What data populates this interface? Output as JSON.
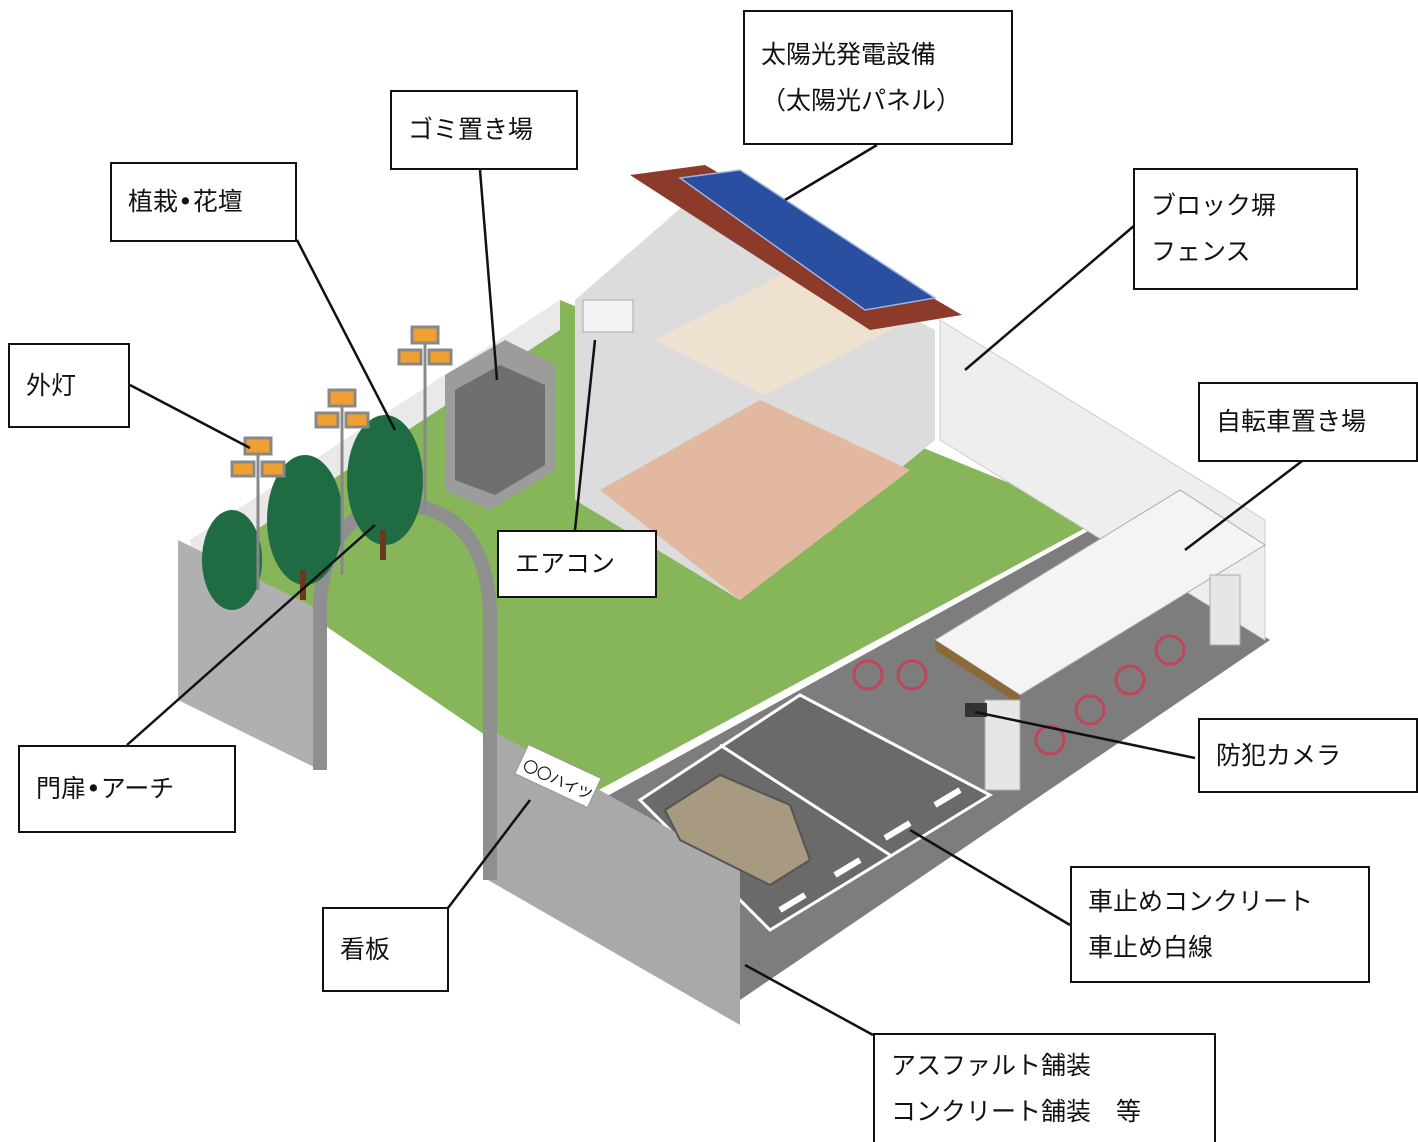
{
  "callouts": {
    "solar": [
      "太陽光発電設備",
      "（太陽光パネル）"
    ],
    "garbage": [
      "ゴミ置き場"
    ],
    "planting": [
      "植栽•花壇"
    ],
    "fence": [
      "ブロック塀",
      "フェンス"
    ],
    "outdoor_light": [
      "外灯"
    ],
    "bicycle": [
      "自転車置き場"
    ],
    "aircon": [
      "エアコン"
    ],
    "gate": [
      "門扉•アーチ"
    ],
    "camera": [
      "防犯カメラ"
    ],
    "signboard": [
      "看板"
    ],
    "car_stop": [
      "車止めコンクリート",
      "車止め白線"
    ],
    "paving": [
      "アスファルト舗装",
      "コンクリート舗装　等"
    ]
  },
  "sign_text": "〇〇ハイツ",
  "colors": {
    "lawn": "#86b55a",
    "wall": "#a9a9a9",
    "asphalt": "#7d7d7d",
    "tree": "#1f6b43",
    "lamp": "#f0a030",
    "panel": "#2b4fa0",
    "roof": "#8c3a2a",
    "bike": "#c0455a"
  }
}
